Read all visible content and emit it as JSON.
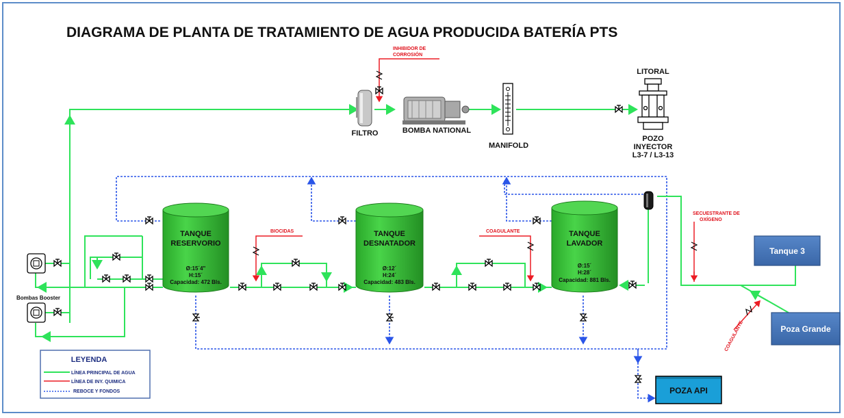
{
  "title": "DIAGRAMA DE PLANTA DE TRATAMIENTO DE AGUA PRODUCIDA BATERÍA PTS",
  "injections": {
    "inhibitor_line1": "INHIBIDOR DE",
    "inhibitor_line2": "CORROSIÓN",
    "biocidas": "BIOCIDAS",
    "coagulante": "COAGULANTE",
    "secuestrante_line1": "SECUESTRANTE DE",
    "secuestrante_line2": "OXÍGENO",
    "coagulante_diag": "COAGULANTE"
  },
  "equipment": {
    "filtro": "FILTRO",
    "bomba": "BOMBA NATIONAL",
    "manifold": "MANIFOLD",
    "litoral": "LITORAL",
    "pozo_line1": "POZO",
    "pozo_line2": "INYECTOR",
    "pozo_line3": "L3-7 / L3-13",
    "booster": "Bombas Booster"
  },
  "tanks": [
    {
      "line1": "TANQUE",
      "line2": "RESERVORIO",
      "diam": "Ø:15´4\"",
      "height": "H:15´",
      "capacity": "Capacidad: 472 Bls."
    },
    {
      "line1": "TANQUE",
      "line2": "DESNATADOR",
      "diam": "Ø:12´",
      "height": "H:24´",
      "capacity": "Capacidad: 483 Bls."
    },
    {
      "line1": "TANQUE",
      "line2": "LAVADOR",
      "diam": "Ø:15´",
      "height": "H:28´",
      "capacity": "Capacidad: 881 Bls."
    }
  ],
  "boxes": {
    "tanque3": "Tanque 3",
    "poza_grande": "Poza Grande",
    "poza_api": "POZA API"
  },
  "legend": {
    "title": "LEYENDA",
    "green": "LÍNEA PRINCIPAL DE AGUA",
    "red": "LÍNEA DE INY. QUIMICA",
    "blue": "REBOCE Y FONDOS"
  },
  "colors": {
    "water_line": "#2ee35a",
    "chemical_line": "#ec1c24",
    "overflow_line": "#2a55e8",
    "tank_fill": "#3cc43c",
    "box_fill": "#4677ba"
  }
}
